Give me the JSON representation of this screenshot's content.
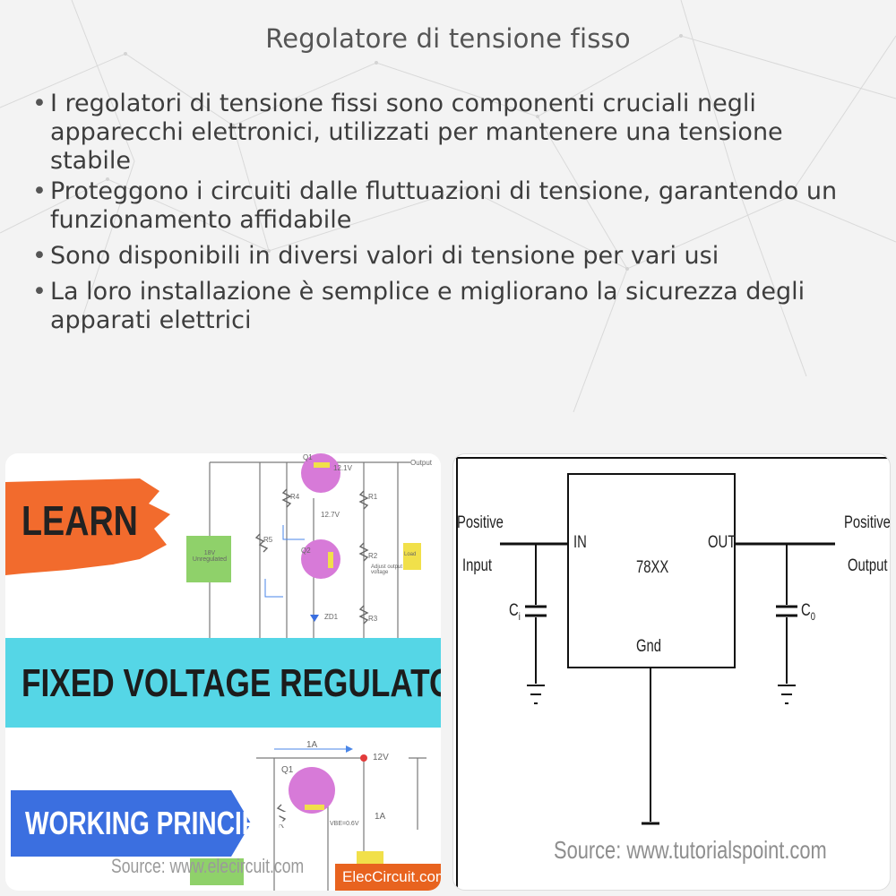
{
  "title": "Regolatore di tensione fisso",
  "bullets": [
    "I regolatori di tensione fissi sono componenti cruciali negli apparecchi elettronici, utilizzati per mantenere una tensione stabile",
    "Proteggono i circuiti dalle fluttuazioni di tensione, garantendo un funzionamento affidabile",
    "Sono disponibili in diversi valori di tensione per vari usi",
    "La loro installazione è semplice e migliorano la sicurezza degli apparati elettrici"
  ],
  "left_image": {
    "learn": "LEARN",
    "fixed": "FIXED VOLTAGE REGULATOR",
    "working": "WORKING PRINCIPLE",
    "source": "Source: www.elecircuit.com",
    "brand": "ElecCircuit.com",
    "circuit_labels": {
      "v_out_top": "12.1V",
      "v_mid": "12.7V",
      "output": "Output",
      "r4": "R4",
      "r5": "R5",
      "r1": "R1",
      "r2": "R2",
      "r3": "R3",
      "q1_top": "Q1",
      "q2": "Q2",
      "zd1": "ZD1",
      "load": "Load",
      "unregulated": "18V Unregulated",
      "adjust": "Adjust output voltage",
      "current": "1A",
      "q1": "Q1",
      "v12": "12V",
      "r": "R",
      "current2": "1A",
      "vbe": "VBE=0.6V"
    },
    "colors": {
      "orange": "#f26b2d",
      "cyan": "#55d6e6",
      "blue": "#3b6fe0",
      "green": "#8fd16a",
      "yellow": "#f1e04a",
      "magenta": "#d77ad8"
    }
  },
  "right_image": {
    "chip": "78XX",
    "in": "IN",
    "out": "OUT",
    "gnd": "Gnd",
    "pos_in_1": "Positive",
    "pos_in_2": "Input",
    "pos_out_1": "Positive",
    "pos_out_2": "Output",
    "ci": "C",
    "ci_sub": "i",
    "co": "C",
    "co_sub": "0",
    "source": "Source: www.tutorialspoint.com"
  }
}
